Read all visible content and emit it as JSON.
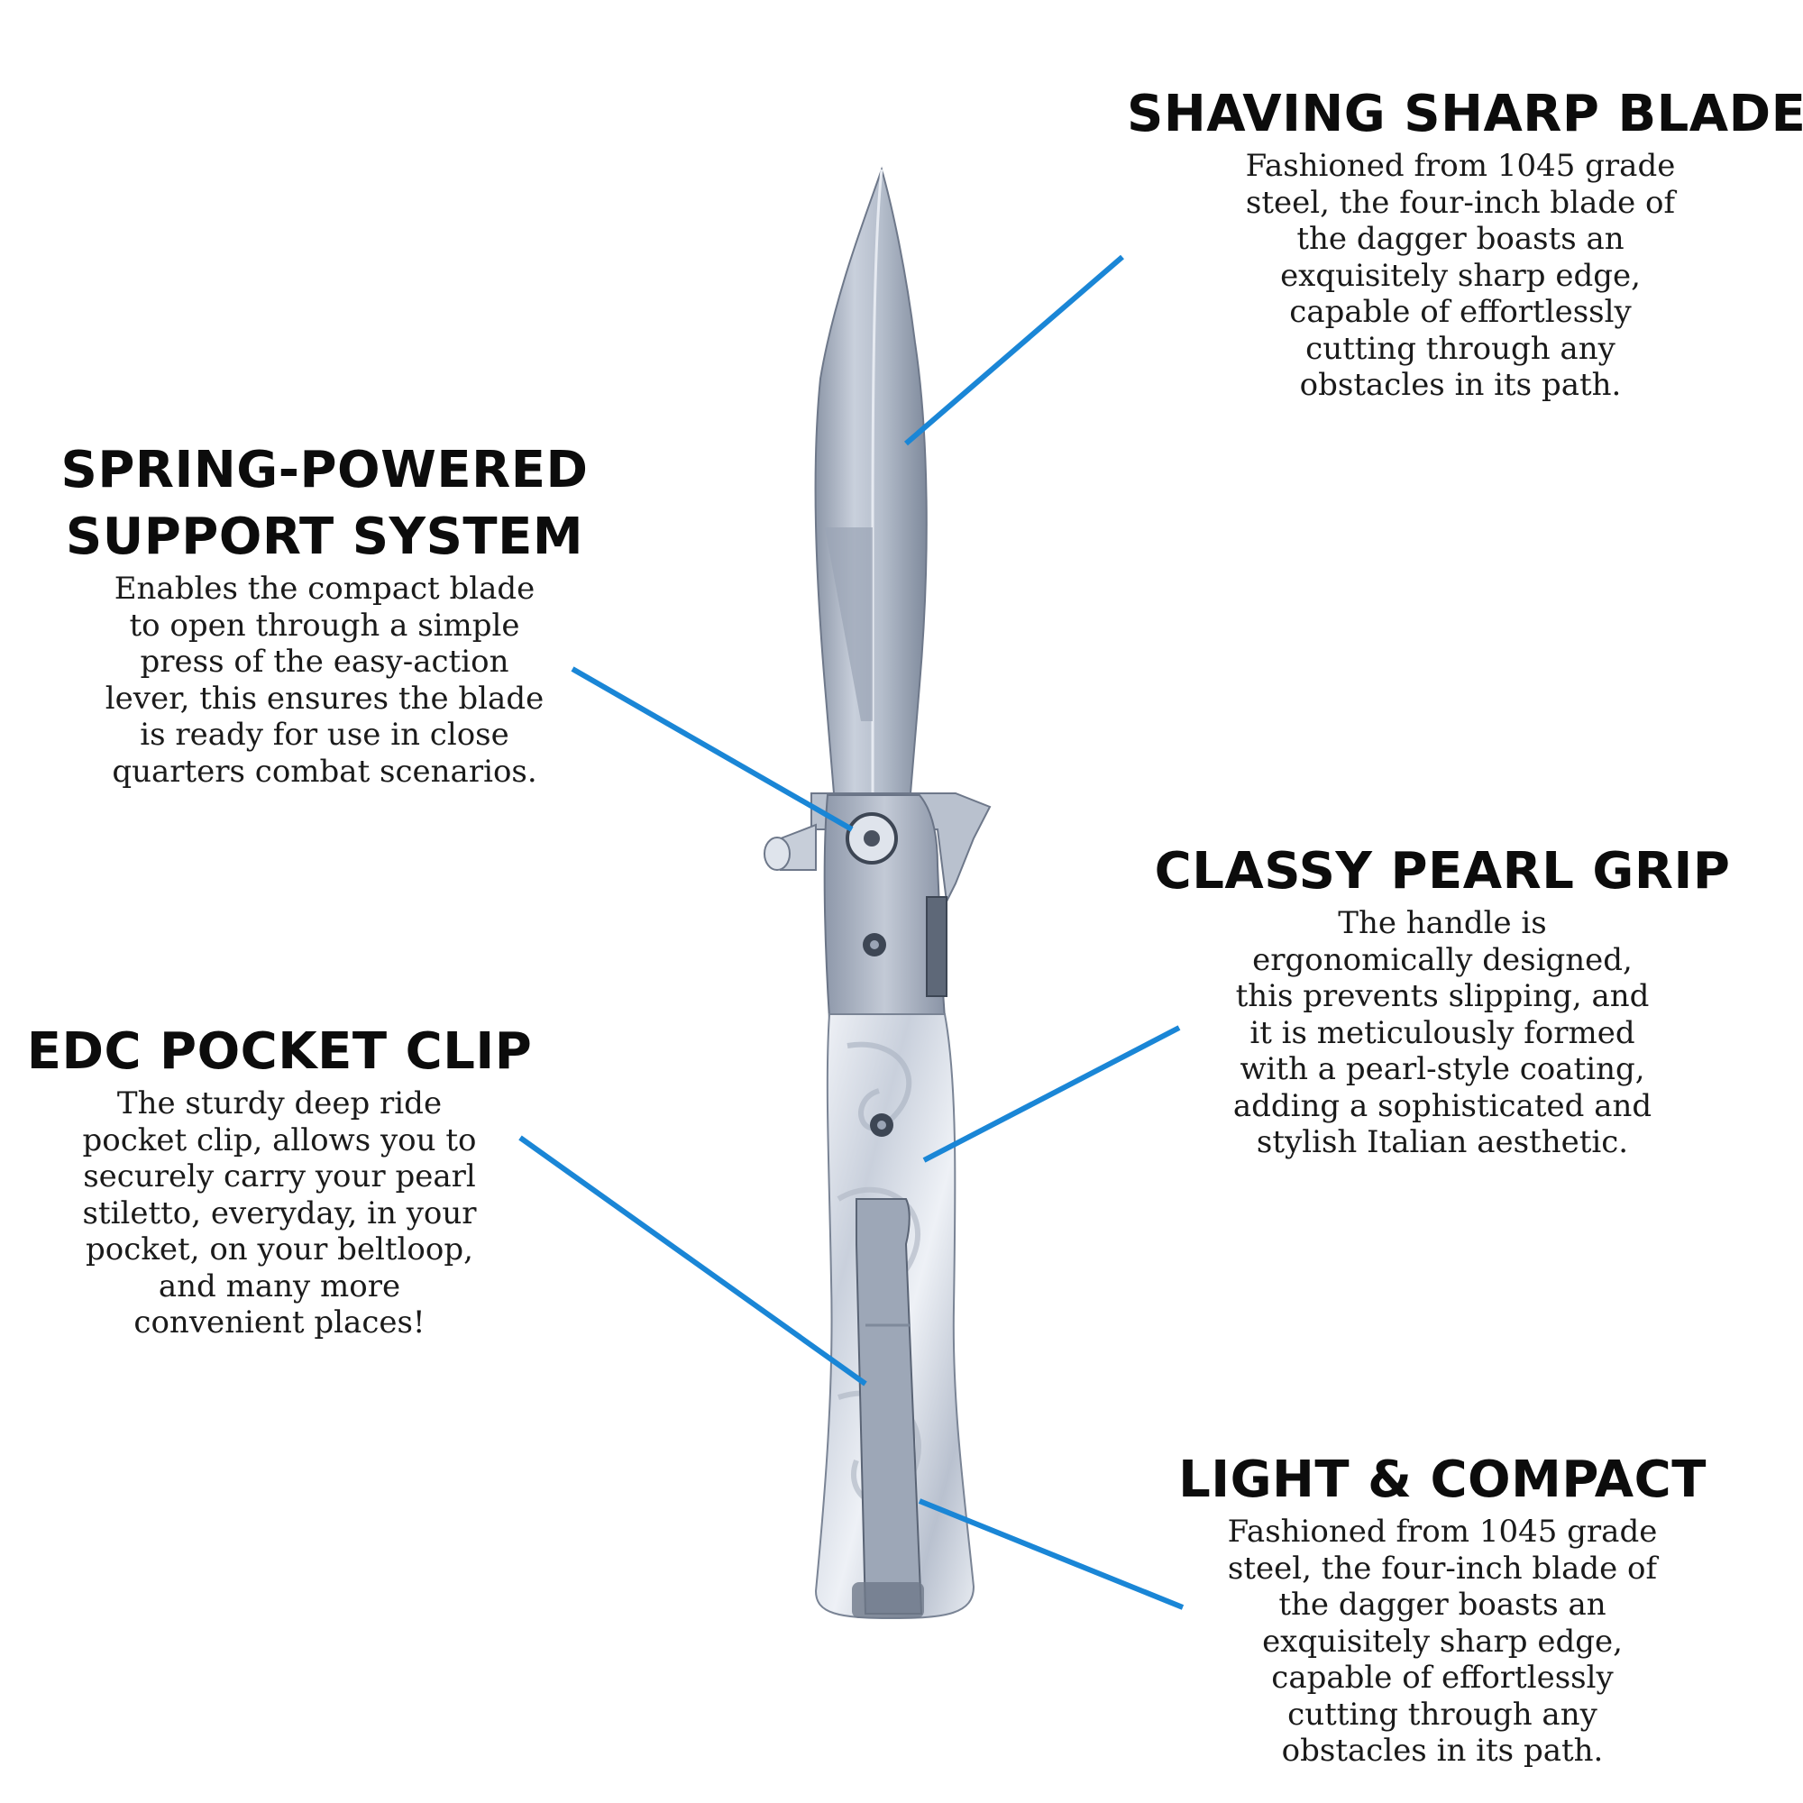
{
  "callouts": {
    "blade": {
      "title": "SHAVING SHARP BLADE",
      "lines": [
        "Fashioned from 1045 grade",
        "steel, the four-inch blade of",
        "the dagger boasts an",
        "exquisitely sharp edge,",
        "capable of effortlessly",
        "cutting through any",
        "obstacles in its path."
      ]
    },
    "spring": {
      "title_line1": "SPRING-POWERED",
      "title_line2": "SUPPORT SYSTEM",
      "lines": [
        "Enables the compact blade",
        "to open through a simple",
        "press of the easy-action",
        "lever, this ensures the blade",
        "is ready for use in close",
        "quarters combat scenarios."
      ]
    },
    "pearl": {
      "title": "CLASSY PEARL GRIP",
      "lines": [
        "The handle is",
        "ergonomically designed,",
        "this prevents slipping, and",
        "it is meticulously formed",
        "with a pearl-style coating,",
        "adding a sophisticated and",
        "stylish Italian aesthetic."
      ]
    },
    "clip": {
      "title": "EDC POCKET CLIP",
      "lines": [
        "The sturdy deep ride",
        "pocket clip, allows you to",
        "securely carry your pearl",
        "stiletto, everyday, in your",
        "pocket, on your beltloop,",
        "and many more",
        "convenient places!"
      ]
    },
    "light": {
      "title": "LIGHT & COMPACT",
      "lines": [
        "Fashioned from 1045 grade",
        "steel, the four-inch blade of",
        "the dagger boasts an",
        "exquisitely sharp edge,",
        "capable of effortlessly",
        "cutting through any",
        "obstacles in its path."
      ]
    }
  },
  "colors": {
    "leader": "#1a86d6",
    "steel": "#a9b4c6",
    "pearl": "#dde3ec",
    "text": "#111111"
  }
}
